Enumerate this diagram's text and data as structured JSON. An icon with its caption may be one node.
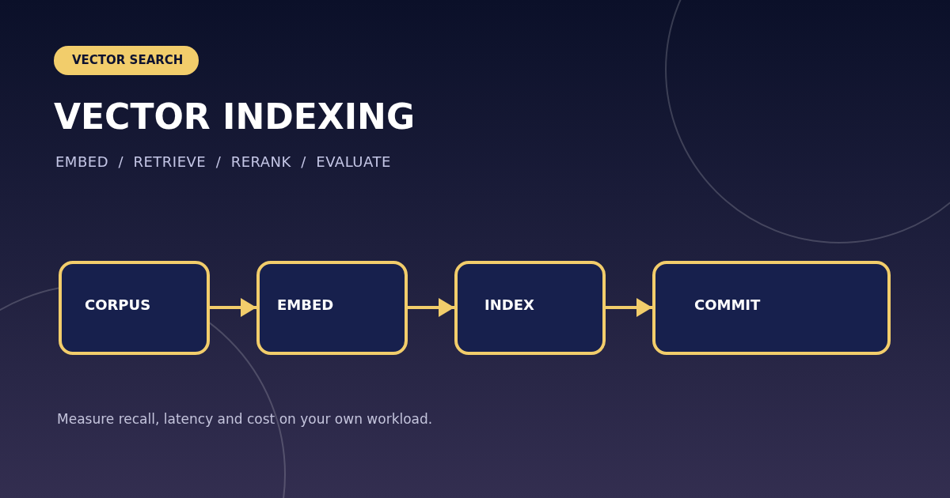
{
  "diagram": {
    "title": "VECTOR INDEXING",
    "nodes": [
      {
        "text": [
          "VECTOR SEARCH"
        ]
      },
      {
        "text": [
          "CORPUS"
        ]
      },
      {
        "text": [
          "EMBED"
        ]
      },
      {
        "text": [
          "INDEX"
        ]
      },
      {
        "text": [
          "COMMIT"
        ]
      }
    ],
    "edges": [
      {
        "from": 1,
        "to": 2,
        "arrow": "to"
      },
      {
        "from": 2,
        "to": 3,
        "arrow": "to"
      },
      {
        "from": 3,
        "to": 4,
        "arrow": "to"
      }
    ],
    "labels": [
      "EMBED  /  RETRIEVE  /  RERANK  /  EVALUATE",
      "Measure recall, latency and cost on your own workload."
    ]
  }
}
